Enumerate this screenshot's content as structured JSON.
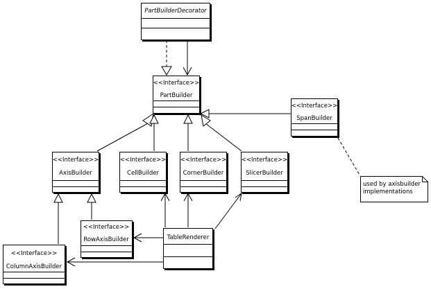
{
  "diagram": {
    "classes": {
      "part_builder_decorator": {
        "name": "PartBuilderDecorator"
      },
      "part_builder": {
        "stereotype": "<<Interface>>",
        "name": "PartBuilder"
      },
      "span_builder": {
        "stereotype": "<<Interface>>",
        "name": "SpanBuilder"
      },
      "axis_builder": {
        "stereotype": "<<Interface>>",
        "name": "AxisBuilder"
      },
      "cell_builder": {
        "stereotype": "<<Interface>>",
        "name": "CellBuilder"
      },
      "corner_builder": {
        "stereotype": "<<Interface>>",
        "name": "CornerBuilder"
      },
      "slicer_builder": {
        "stereotype": "<<Interface>>",
        "name": "SlicerBuilder"
      },
      "row_axis_builder": {
        "stereotype": "<<Interface>>",
        "name": "RowAxisBuilder"
      },
      "column_axis_builder": {
        "stereotype": "<<Interface>>",
        "name": "ColumnAxisBuilder"
      },
      "table_renderer": {
        "name": "TableRenderer"
      }
    },
    "note": {
      "line1": "used by axisbuilder",
      "line2": "implementations"
    }
  }
}
